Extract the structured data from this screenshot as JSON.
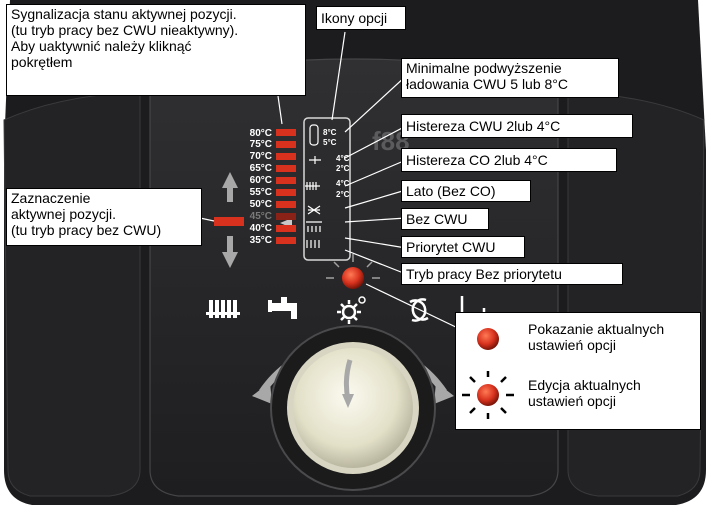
{
  "temperature_scale": [
    "80°C",
    "75°C",
    "70°C",
    "65°C",
    "60°C",
    "55°C",
    "50°C",
    "45°C",
    "40°C",
    "35°C"
  ],
  "active_position_label": "45°C",
  "option_icon_values": {
    "charge_boost": [
      "8°C",
      "5°C"
    ],
    "dhw_hysteresis": [
      "4°C",
      "2°C"
    ],
    "ch_hysteresis": [
      "4°C",
      "2°C"
    ]
  },
  "callouts": {
    "active_position_signal": [
      "Sygnalizacja stanu aktywnej pozycji.",
      "(tu tryb pracy bez CWU nieaktywny).",
      "Aby uaktywnić należy kliknąć",
      "pokrętłem"
    ],
    "option_icons": "Ikony opcji",
    "min_charge_increase": [
      "Minimalne podwyższenie",
      "ładowania CWU 5 lub 8°C"
    ],
    "dhw_hysteresis": "Histereza CWU 2lub 4°C",
    "ch_hysteresis": "Histereza CO 2lub 4°C",
    "summer": "Lato (Bez CO)",
    "no_dhw": "Bez CWU",
    "dhw_priority": "Priorytet CWU",
    "no_priority": "Tryb pracy Bez priorytetu",
    "active_position_mark": [
      "Zaznaczenie",
      "aktywnej pozycji.",
      "(tu tryb pracy bez CWU)"
    ]
  },
  "legend": {
    "steady": [
      "Pokazanie aktualnych",
      "ustawień opcji"
    ],
    "blinking": [
      "Edycja aktualnych",
      "ustawień opcji"
    ]
  },
  "colors": {
    "panel": "#2a2a2c",
    "panel_dark": "#161617",
    "led_red": "#d8321e",
    "led_dim": "#8a2218",
    "arrow_grey": "#a8a8a8",
    "knob": "#e8e6d4"
  },
  "icons": [
    "radiator-icon",
    "tap-icon",
    "settings-sun-icon",
    "cycle-icon",
    "hand-icon",
    "up-arrow-icon",
    "down-arrow-icon"
  ]
}
